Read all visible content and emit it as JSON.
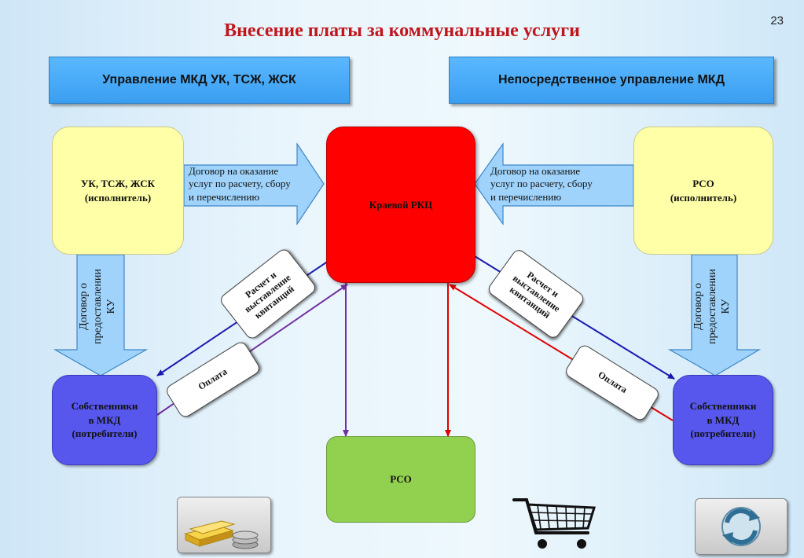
{
  "slide_number": "23",
  "title": "Внесение платы за коммунальные услуги",
  "headers": {
    "left": "Управление МКД УК, ТСЖ, ЖСК",
    "right": "Непосредственное управление МКД"
  },
  "nodes": {
    "uk": {
      "line1": "УК, ТСЖ, ЖСК",
      "line2": "(исполнитель)"
    },
    "rkc": "Краевой РКЦ",
    "rso_exec": {
      "line1": "РСО",
      "line2": "(исполнитель)"
    },
    "owners_left": {
      "line1": "Собственники",
      "line2": "в МКД",
      "line3": "(потребители)"
    },
    "owners_right": {
      "line1": "Собственники",
      "line2": "в МКД",
      "line3": "(потребители)"
    },
    "rso": "РСО"
  },
  "arrows": {
    "contract_left": {
      "line1": "Договор на оказание",
      "line2": "услуг по расчету, сбору",
      "line3": "и перечислению"
    },
    "contract_right": {
      "line1": "Договор на оказание",
      "line2": "услуг по расчету, сбору",
      "line3": "и перечислению"
    },
    "service_left": {
      "line1": "Договор о",
      "line2": "предоставлении",
      "line3": "КУ"
    },
    "service_right": {
      "line1": "Договор о",
      "line2": "предоставлении",
      "line3": "КУ"
    }
  },
  "labels": {
    "billing_left": {
      "line1": "Расчет и",
      "line2": "выставление",
      "line3": "квитанций"
    },
    "billing_right": {
      "line1": "Расчет и",
      "line2": "выставление",
      "line3": "квитанций"
    },
    "payment_left": "Оплата",
    "payment_right": "Оплата"
  },
  "icons": [
    "gold-coins-icon",
    "shopping-cart-icon",
    "recycle-arrows-icon"
  ],
  "colors": {
    "title": "#c0151b",
    "header": "#3a9ef0",
    "executor": "#ffffa8",
    "rkc": "#ff0000",
    "owners": "#5757ee",
    "rso": "#92d050",
    "arrow_blue": "#1a1ab0",
    "arrow_red": "#e00000",
    "arrow_purple": "#7030a0"
  }
}
